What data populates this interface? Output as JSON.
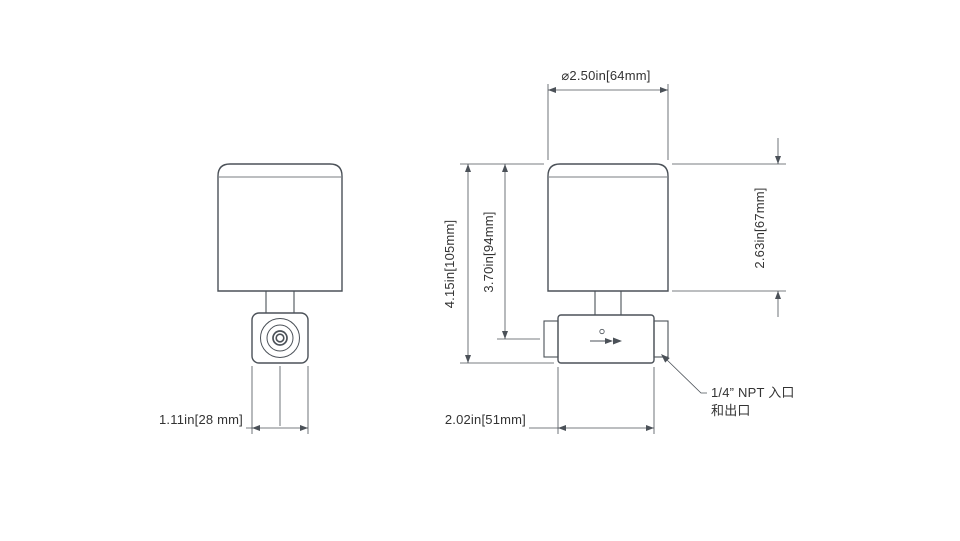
{
  "colors": {
    "background": "#ffffff",
    "line": "#4b5158",
    "text": "#333333"
  },
  "dimensions": {
    "diameter_top": "⌀2.50in[64mm]",
    "height_total": "4.15in[105mm]",
    "height_to_port_center": "3.70in[94mm]",
    "cap_height": "2.63in[67mm]",
    "front_width": "1.11in[28 mm]",
    "valve_body_width": "2.02in[51mm]"
  },
  "callout": {
    "line1": "1/4” NPT 入口",
    "line2": "和出口"
  }
}
